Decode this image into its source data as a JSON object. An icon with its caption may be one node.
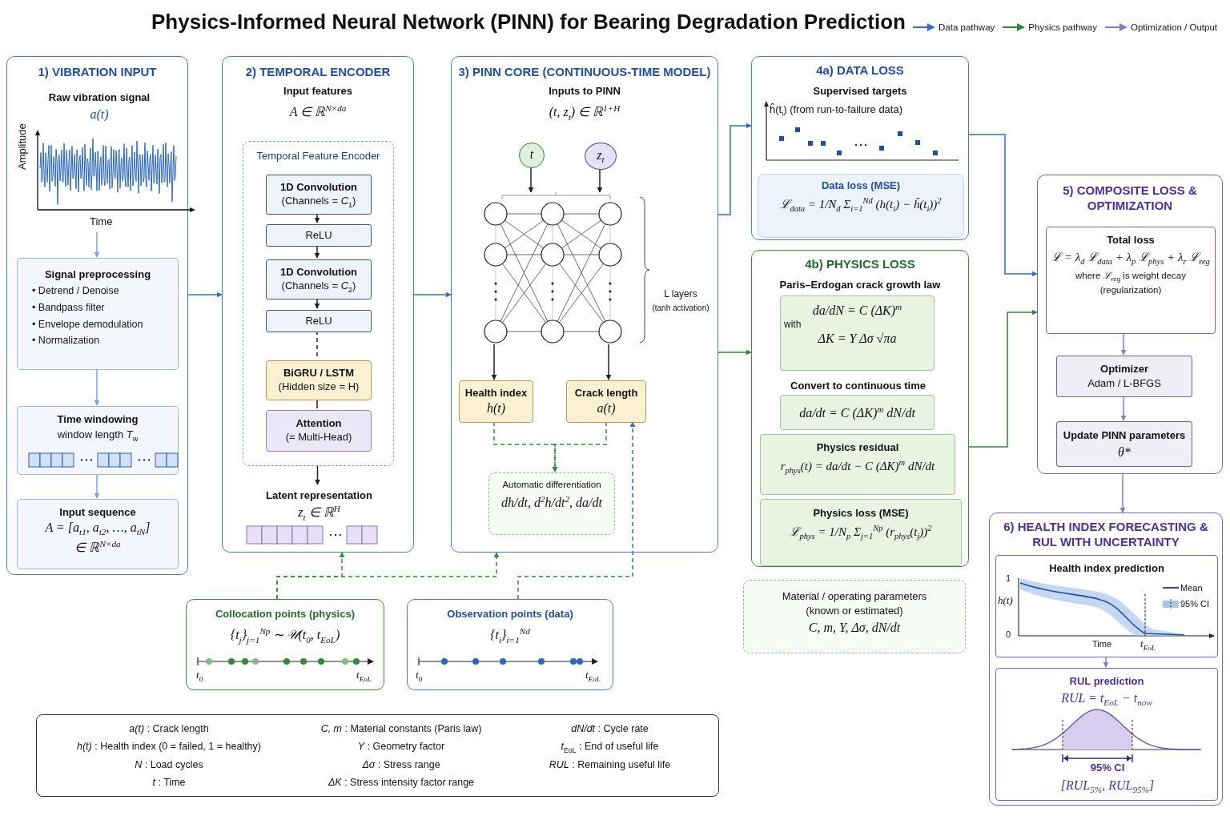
{
  "diagram": {
    "title": "Physics-Informed Neural Network (PINN) for Bearing Degradation Prediction",
    "nodes": [
      {
        "text": [
          "1) VIBRATION INPUT"
        ]
      },
      {
        "text": [
          "Raw vibration signal",
          "a(t)",
          "Amplitude",
          "Time"
        ],
        "in": 0
      },
      {
        "text": [
          "Signal preprocessing",
          "• Detrend / Denoise",
          "• Bandpass filter",
          "• Envelope demodulation",
          "• Normalization"
        ],
        "in": 0
      },
      {
        "text": [
          "Time windowing",
          "window length *T*$_{w}$"
        ],
        "in": 0
      },
      {
        "text": [
          "Input sequence",
          "A = [a$_{t1}$, a$_{t2}$, …, a$_{tN}$]",
          "∈ ℝ$^{N×da}$"
        ],
        "in": 0
      },
      {
        "text": [
          "2) TEMPORAL ENCODER",
          "Input features",
          "A ∈ ℝ$^{N×da}$"
        ]
      },
      {
        "text": [
          "Temporal Feature Encoder"
        ],
        "in": 5
      },
      {
        "text": [
          "1D Convolution",
          "(Channels = *C*$_{1}$)"
        ],
        "in": 6
      },
      {
        "text": [
          "ReLU"
        ],
        "in": 6
      },
      {
        "text": [
          "1D Convolution",
          "(Channels = *C*$_{2}$)"
        ],
        "in": 6
      },
      {
        "text": [
          "ReLU"
        ],
        "in": 6
      },
      {
        "text": [
          "BiGRU / LSTM",
          "(Hidden size = H)"
        ],
        "in": 6
      },
      {
        "text": [
          "Attention",
          "(= Multi-Head)"
        ],
        "in": 6
      },
      {
        "text": [
          "Latent representation",
          "z$_{t}$ ∈ ℝ$^{H}$"
        ],
        "in": 5
      },
      {
        "text": [
          "3) PINN CORE (CONTINUOUS-TIME MODEL)",
          "Inputs to PINN",
          "(t, z$_{t}$) ∈ ℝ$^{1+H}$"
        ]
      },
      {
        "text": [
          "t"
        ],
        "in": 14
      },
      {
        "text": [
          "z$_{t}$"
        ],
        "in": 14
      },
      {
        "text": [],
        "shape": "picture",
        "beside": [
          "L layers",
          "(tanh activation)"
        ],
        "in": 14
      },
      {
        "text": [
          "Health index",
          "h(t)"
        ],
        "in": 14
      },
      {
        "text": [
          "Crack length",
          "a(t)"
        ],
        "in": 14
      },
      {
        "text": [
          "Automatic differentiation",
          "dh/dt,  d$^{2}$h/dt$^{2}$,  da/dt"
        ],
        "in": 14
      },
      {
        "text": [
          "4a) DATA LOSS",
          "Supervised targets",
          "ĥ(t$_{i}$) (from run-to-failure data)"
        ]
      },
      {
        "text": [
          "Data loss (MSE)",
          "ℒ$_{data}$ = 1/N$_{d}$ Σ$_{i=1}$$^{Nd}$ (h(t$_{i}$) − ĥ(t$_{i}$))$^{2}$"
        ],
        "in": 21
      },
      {
        "text": [
          "4b) PHYSICS LOSS",
          "Paris–Erdogan crack growth law"
        ]
      },
      {
        "text": [
          "da/dN = C (ΔK)$^{m}$",
          "with",
          "ΔK = Y Δσ √πa"
        ],
        "in": 23
      },
      {
        "text": [
          "Convert to continuous time",
          "da/dt = C (ΔK)$^{m}$ dN/dt"
        ],
        "in": 23
      },
      {
        "text": [
          "Physics residual",
          "r$_{phys}$(t) = da/dt − C (ΔK)$^{m}$ dN/dt"
        ],
        "in": 23
      },
      {
        "text": [
          "Physics loss (MSE)",
          "ℒ$_{phys}$ = 1/N$_{p}$ Σ$_{j=1}$$^{Np}$ (r$_{phys}$(t$_{j}$))$^{2}$"
        ],
        "in": 23
      },
      {
        "text": [
          "Material / operating parameters",
          "(known or estimated)",
          "C, m, Y, Δσ, dN/dt"
        ]
      },
      {
        "text": [
          "5) COMPOSITE LOSS & OPTIMIZATION"
        ]
      },
      {
        "text": [
          "Total loss",
          "ℒ = λ$_{d}$ ℒ$_{data}$ + λ$_{p}$ ℒ$_{phys}$ + λ$_{r}$ ℒ$_{reg}$",
          "where *ℒ*$_{reg}$ is weight decay (regularization)"
        ],
        "in": 29
      },
      {
        "text": [
          "Optimizer",
          "Adam / L-BFGS"
        ],
        "in": 29
      },
      {
        "text": [
          "Update PINN parameters",
          "θ*"
        ],
        "in": 29
      },
      {
        "text": [
          "6) HEALTH INDEX FORECASTING & RUL WITH UNCERTAINTY"
        ]
      },
      {
        "text": [
          "Health index prediction",
          "1",
          "h(t)",
          "0",
          "Time",
          "t$_{EoL}$",
          "Mean",
          "95% CI"
        ],
        "in": 33
      },
      {
        "text": [
          "RUL prediction",
          "RUL = t$_{EoL}$ − t$_{now}$",
          "95% CI",
          "[RUL$_{5%}$, RUL$_{95%}$]"
        ],
        "in": 33
      },
      {
        "text": [
          "Collocation points (physics)",
          "{t$_{j}$}$_{j=1}$$^{Np}$ ∼ 𝒰(t$_{0}$, t$_{EoL}$)",
          "t$_{0}$",
          "t$_{EoL}$"
        ]
      },
      {
        "text": [
          "Observation points (data)",
          "{t$_{i}$}$_{i=1}$$^{Nd}$",
          "t$_{0}$",
          "t$_{EoL}$"
        ]
      },
      {
        "text": [
          "*a(t)* : Crack length",
          "*C, m* : Material constants (Paris law)",
          "*dN/dt* : Cycle rate",
          "*h(t)* : Health index (0 = failed, 1 = healthy)",
          "*Y* : Geometry factor",
          "*t*$_{EoL}$ : End of useful life",
          "*N* : Load cycles",
          "*Δσ* : Stress range",
          "*RUL* : Remaining useful life",
          "*t* : Time",
          "*ΔK* : Stress intensity factor range"
        ]
      }
    ],
    "edges": [
      {
        "from": 1,
        "to": 2,
        "arrow": "to",
        "color": "#7ba3d8"
      },
      {
        "from": 2,
        "to": 3,
        "arrow": "to",
        "color": "#7ba3d8"
      },
      {
        "from": 3,
        "to": 4,
        "arrow": "to",
        "color": "#7ba3d8"
      },
      {
        "from": 0,
        "to": 5,
        "arrow": "to",
        "color": "#2f6fc7"
      },
      {
        "from": 7,
        "to": 8,
        "arrow": "to"
      },
      {
        "from": 8,
        "to": 9,
        "arrow": "to"
      },
      {
        "from": 9,
        "to": 10,
        "arrow": "to"
      },
      {
        "from": 10,
        "to": 11,
        "arrow": "none",
        "style": "dashed"
      },
      {
        "from": 11,
        "to": 12,
        "arrow": "none"
      },
      {
        "from": 6,
        "to": 13,
        "arrow": "to"
      },
      {
        "from": 5,
        "to": 14,
        "arrow": "to",
        "color": "#2f6fc7"
      },
      {
        "from": 15,
        "to": 17,
        "arrow": "to"
      },
      {
        "from": 16,
        "to": 17,
        "arrow": "to"
      },
      {
        "from": 17,
        "to": 18,
        "arrow": "to"
      },
      {
        "from": 17,
        "to": 19,
        "arrow": "to"
      },
      {
        "from": 18,
        "to": 20,
        "arrow": "to",
        "style": "dashed",
        "color": "#2e8b3a"
      },
      {
        "from": 19,
        "to": 20,
        "arrow": "to",
        "style": "dashed",
        "color": "#2e8b3a"
      },
      {
        "from": 14,
        "to": 21,
        "arrow": "to",
        "color": "#2f6fc7"
      },
      {
        "from": 14,
        "to": 23,
        "arrow": "to",
        "color": "#2e8b3a"
      },
      {
        "from": 21,
        "to": 29,
        "arrow": "to",
        "color": "#2f6fc7"
      },
      {
        "from": 23,
        "to": 29,
        "arrow": "to",
        "color": "#2e8b3a"
      },
      {
        "from": 30,
        "to": 31,
        "arrow": "to",
        "color": "#8c78d0"
      },
      {
        "from": 31,
        "to": 32,
        "arrow": "to",
        "color": "#8c78d0"
      },
      {
        "from": 29,
        "to": 33,
        "arrow": "to",
        "color": "#8c78d0"
      },
      {
        "from": 34,
        "to": 35,
        "arrow": "to",
        "color": "#8c78d0"
      },
      {
        "from": 36,
        "to": 5,
        "arrow": "to",
        "style": "dashed",
        "color": "#2e8b3a"
      },
      {
        "from": 36,
        "to": 14,
        "arrow": "to",
        "style": "dashed",
        "color": "#2e8b3a"
      },
      {
        "from": 37,
        "to": 19,
        "arrow": "to",
        "style": "dashed",
        "color": "#2f6fc7"
      }
    ],
    "legend": [
      {
        "text": "Data pathway"
      },
      {
        "text": "Physics pathway"
      },
      {
        "text": "Optimization / Output"
      }
    ]
  }
}
